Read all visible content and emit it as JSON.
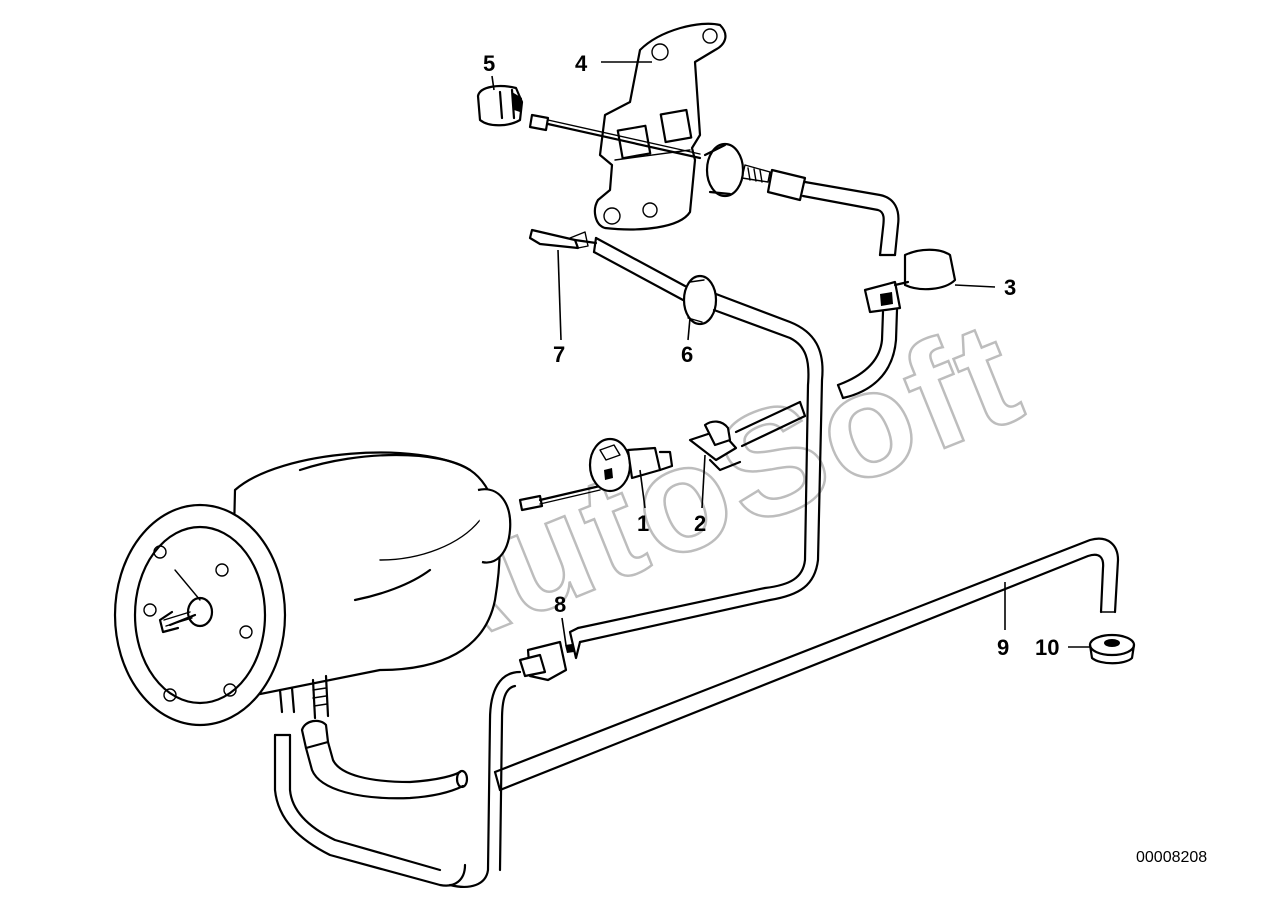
{
  "diagram": {
    "watermark": "AutoSoft",
    "document_number": "00008208",
    "callouts": [
      "1",
      "2",
      "3",
      "4",
      "5",
      "6",
      "7",
      "8",
      "9",
      "10"
    ]
  }
}
